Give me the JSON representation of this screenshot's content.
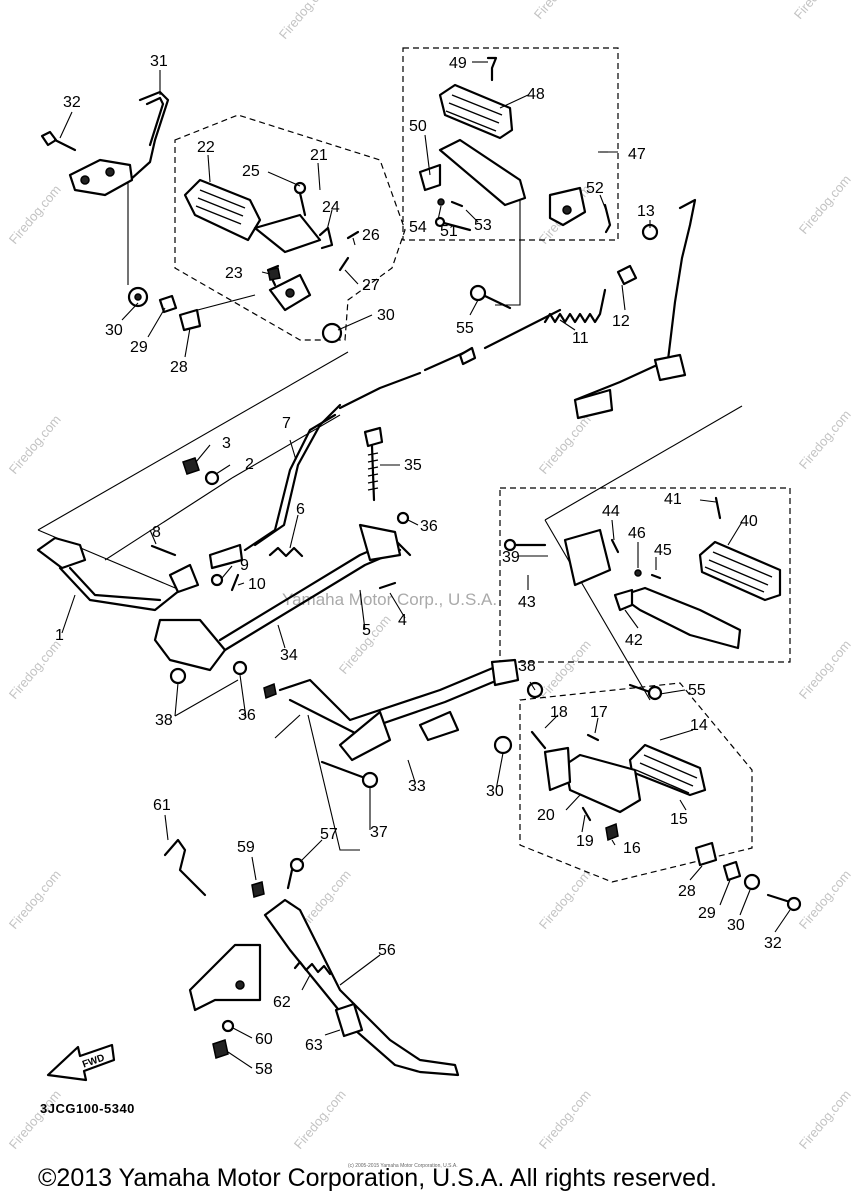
{
  "diagram": {
    "code": "3JCG100-5340",
    "watermark": "Yamaha Motor Corp., U.S.A.",
    "watermark_site": "Firedog.com",
    "tiny_notice": "(c) 2005-2015 Yamaha Motor Corporation, U.S.A.",
    "copyright": "©2013 Yamaha Motor Corporation, U.S.A. All rights reserved.",
    "fwd_label": "FWD",
    "labels": {
      "p1": "1",
      "p2": "2",
      "p3": "3",
      "p4": "4",
      "p5": "5",
      "p6": "6",
      "p7": "7",
      "p8": "8",
      "p9": "9",
      "p10": "10",
      "p11": "11",
      "p12": "12",
      "p13": "13",
      "p14": "14",
      "p15": "15",
      "p16": "16",
      "p17": "17",
      "p18": "18",
      "p19": "19",
      "p20": "20",
      "p21": "21",
      "p22": "22",
      "p23": "23",
      "p24": "24",
      "p25": "25",
      "p26": "26",
      "p27": "27",
      "p28a": "28",
      "p28b": "28",
      "p29a": "29",
      "p29b": "29",
      "p30a": "30",
      "p30b": "30",
      "p30c": "30",
      "p30d": "30",
      "p31": "31",
      "p32a": "32",
      "p32b": "32",
      "p33": "33",
      "p34": "34",
      "p35": "35",
      "p36a": "36",
      "p36b": "36",
      "p37": "37",
      "p38a": "38",
      "p38b": "38",
      "p39": "39",
      "p40": "40",
      "p41": "41",
      "p42": "42",
      "p43": "43",
      "p44": "44",
      "p45": "45",
      "p46": "46",
      "p47": "47",
      "p48": "48",
      "p49": "49",
      "p50": "50",
      "p51": "51",
      "p52": "52",
      "p53": "53",
      "p54": "54",
      "p55a": "55",
      "p55b": "55",
      "p56": "56",
      "p57": "57",
      "p58": "58",
      "p59": "59",
      "p60": "60",
      "p61": "61",
      "p62": "62",
      "p63": "63"
    }
  }
}
